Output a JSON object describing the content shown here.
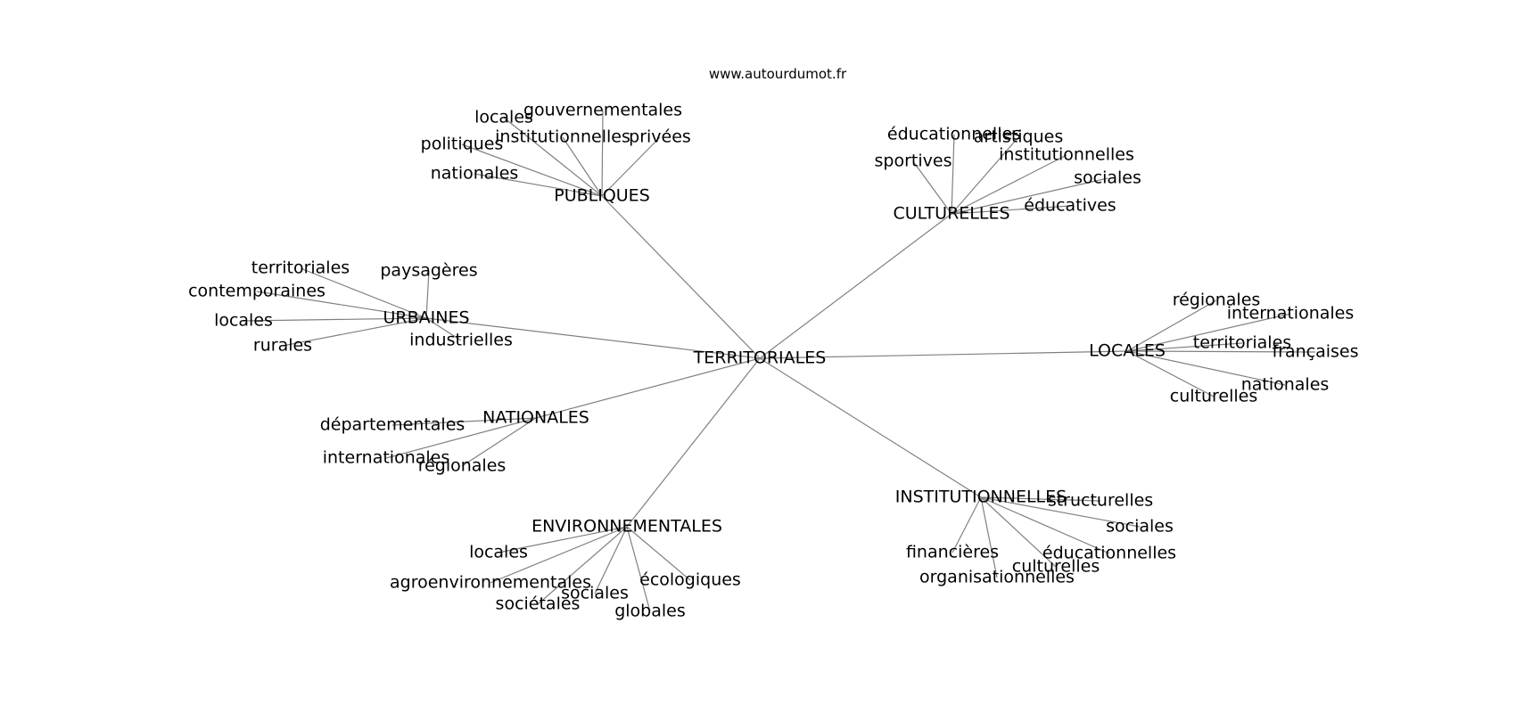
{
  "site": "www.autourdumot.fr",
  "root": "TERRITORIALES",
  "groups": [
    {
      "key": "publiques",
      "label": "PUBLIQUES",
      "children": [
        "locales",
        "gouvernementales",
        "institutionnelles",
        "privées",
        "politiques",
        "nationales"
      ]
    },
    {
      "key": "culturelles",
      "label": "CULTURELLES",
      "children": [
        "éducationnelles",
        "artistiques",
        "institutionnelles",
        "sportives",
        "sociales",
        "éducatives"
      ]
    },
    {
      "key": "urbaines",
      "label": "URBAINES",
      "children": [
        "territoriales",
        "paysagères",
        "contemporaines",
        "locales",
        "rurales",
        "industrielles"
      ]
    },
    {
      "key": "locales",
      "label": "LOCALES",
      "children": [
        "régionales",
        "internationales",
        "territoriales",
        "françaises",
        "nationales",
        "culturelles"
      ]
    },
    {
      "key": "nationales",
      "label": "NATIONALES",
      "children": [
        "départementales",
        "internationales",
        "régionales"
      ]
    },
    {
      "key": "environnementales",
      "label": "ENVIRONNEMENTALES",
      "children": [
        "locales",
        "agroenvironnementales",
        "sociales",
        "écologiques",
        "sociétales",
        "globales"
      ]
    },
    {
      "key": "institutionnelles",
      "label": "INSTITUTIONNELLES",
      "children": [
        "structurelles",
        "sociales",
        "financières",
        "éducationnelles",
        "culturelles",
        "organisationnelles"
      ]
    }
  ]
}
